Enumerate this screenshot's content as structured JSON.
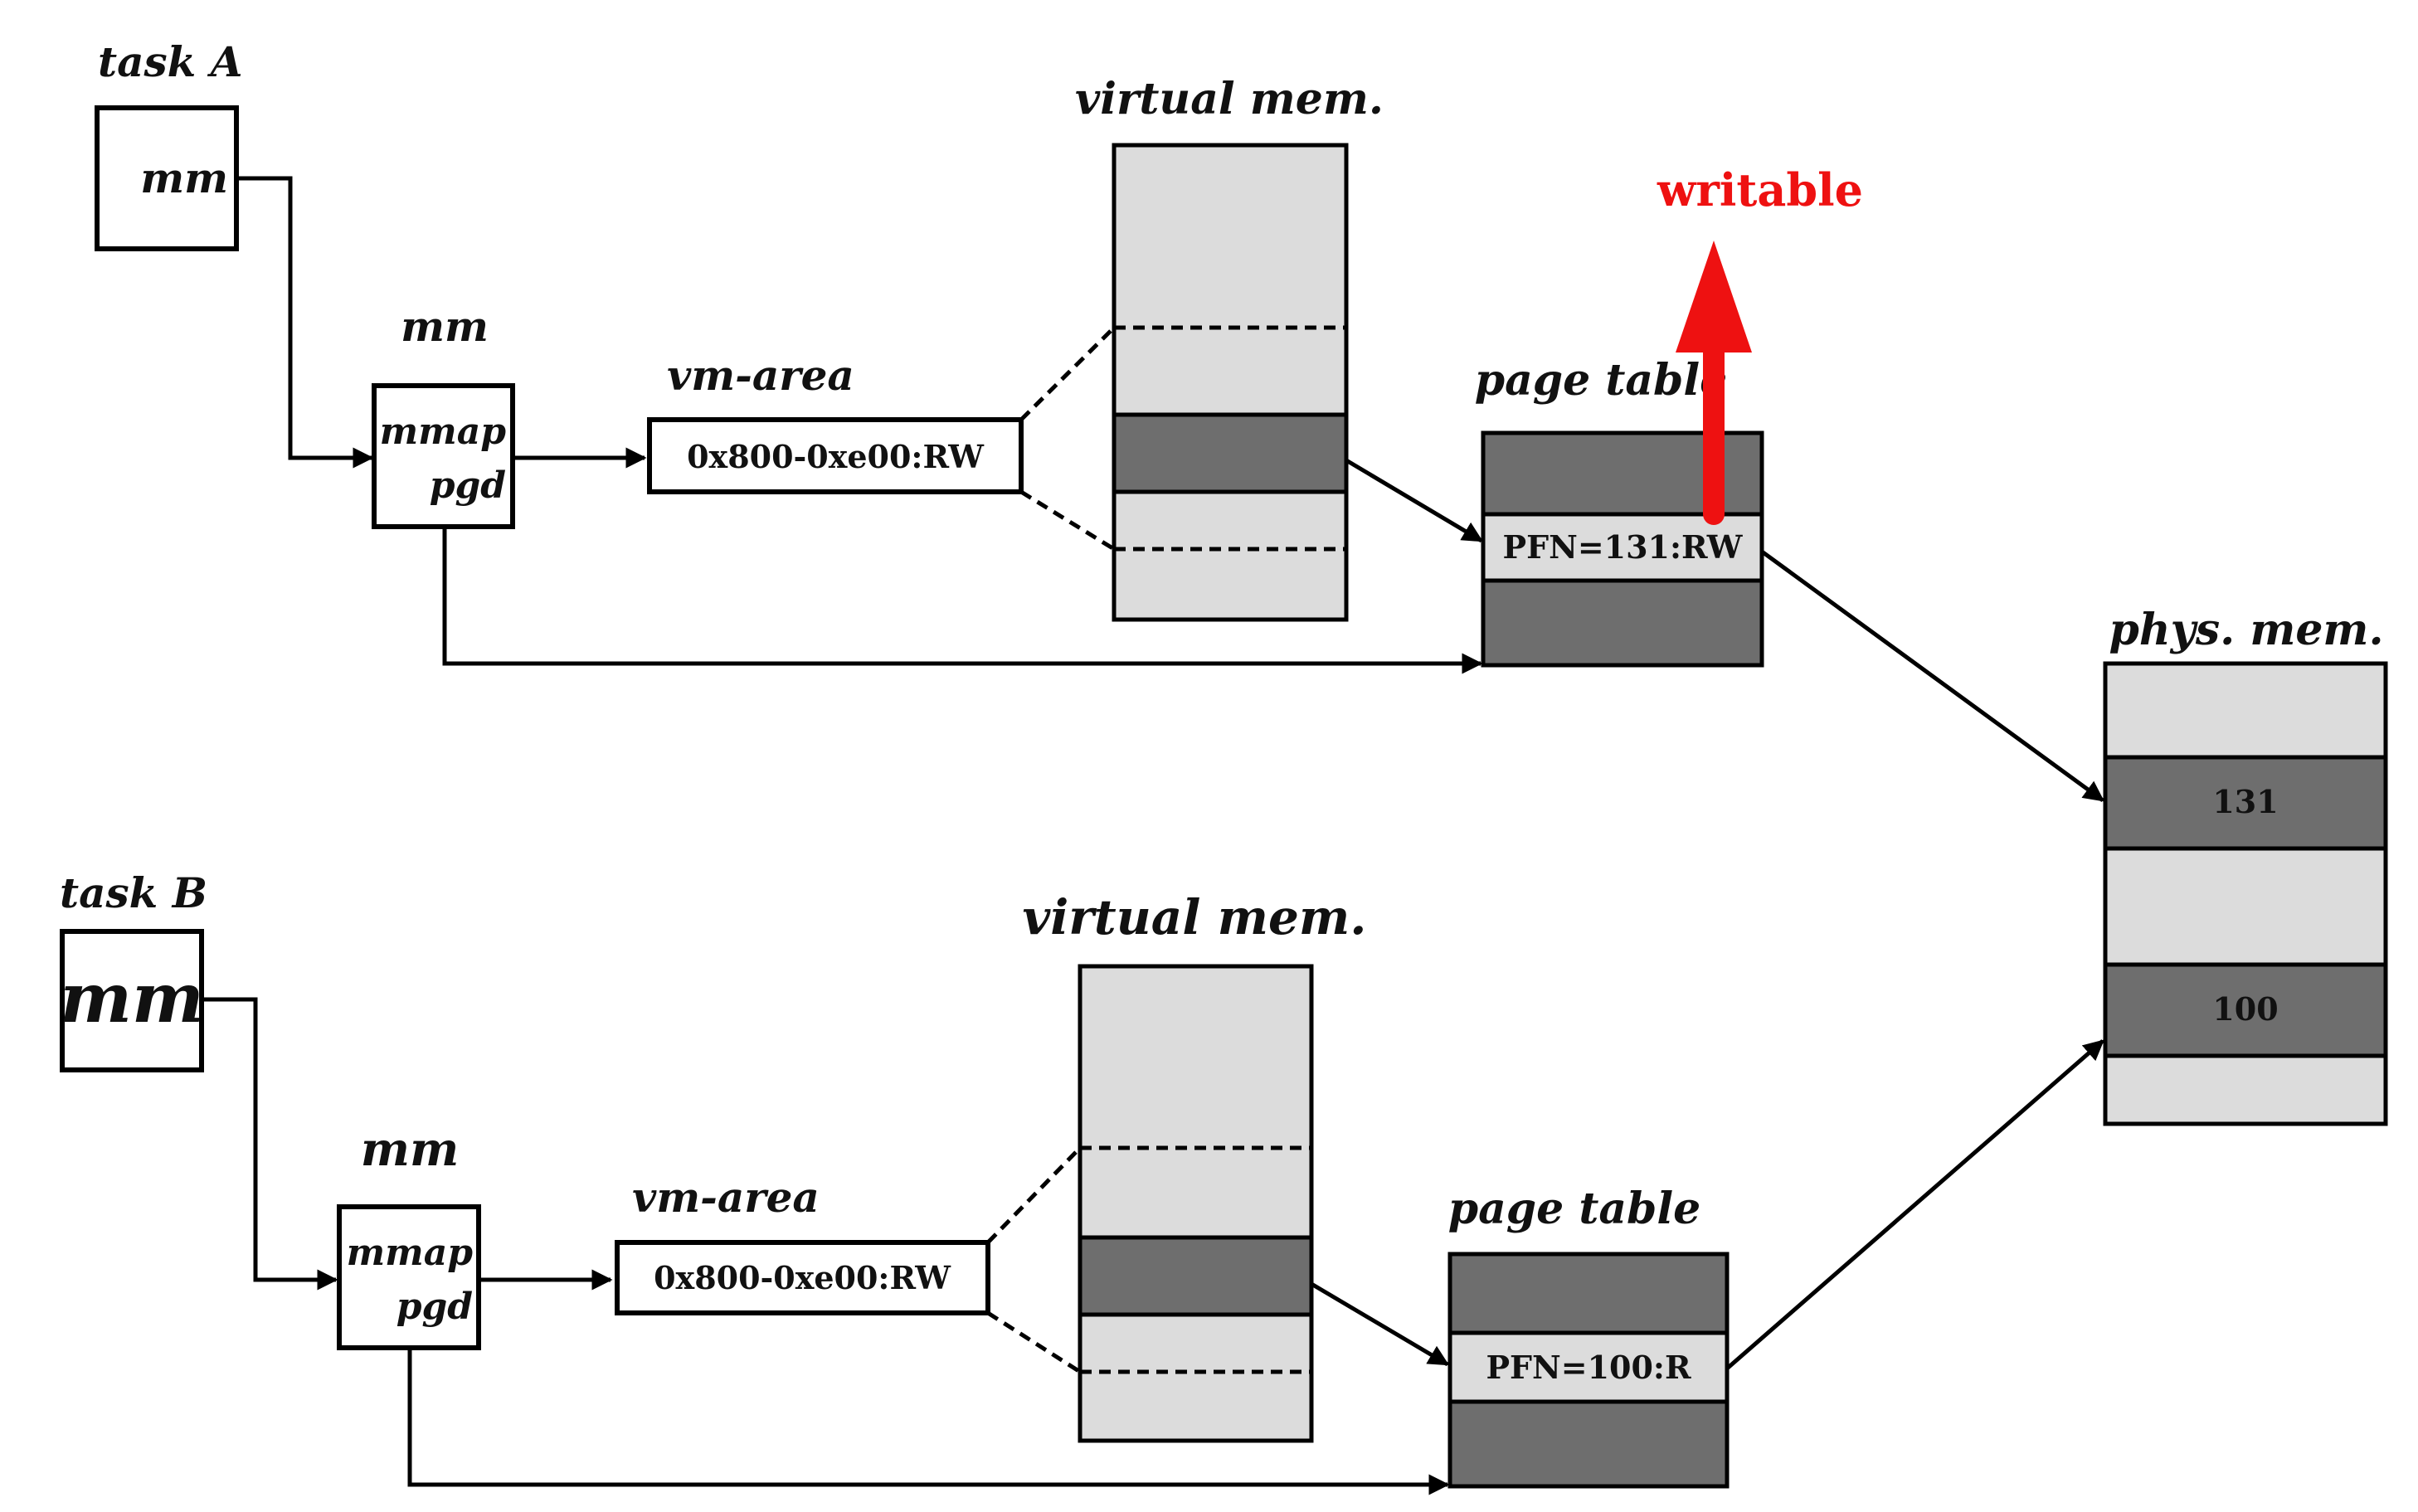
{
  "colors": {
    "light_cell": "#dcdcdc",
    "dark_cell": "#6e6e6e",
    "accent_red": "#ee1111",
    "stroke": "#000000"
  },
  "task_a": {
    "label": "task A",
    "task_field": "mm",
    "mm_label": "mm",
    "mm_fields": [
      "mmap",
      "pgd"
    ],
    "vm_area_label": "vm-area",
    "vm_area_value": "0x800-0xe00:RW",
    "virtual_mem_label": "virtual mem.",
    "page_table_label": "page table",
    "pte_value": "PFN=131:RW",
    "annotation": "writable"
  },
  "task_b": {
    "label": "task B",
    "task_field": "mm",
    "mm_label": "mm",
    "mm_fields": [
      "mmap",
      "pgd"
    ],
    "vm_area_label": "vm-area",
    "vm_area_value": "0x800-0xe00:RW",
    "virtual_mem_label": "virtual mem.",
    "page_table_label": "page table",
    "pte_value": "PFN=100:R"
  },
  "phys_mem": {
    "label": "phys. mem.",
    "frames": [
      "131",
      "100"
    ]
  },
  "icons": {
    "arrow": "arrowhead",
    "writable_arrow": "up-arrow-icon"
  }
}
